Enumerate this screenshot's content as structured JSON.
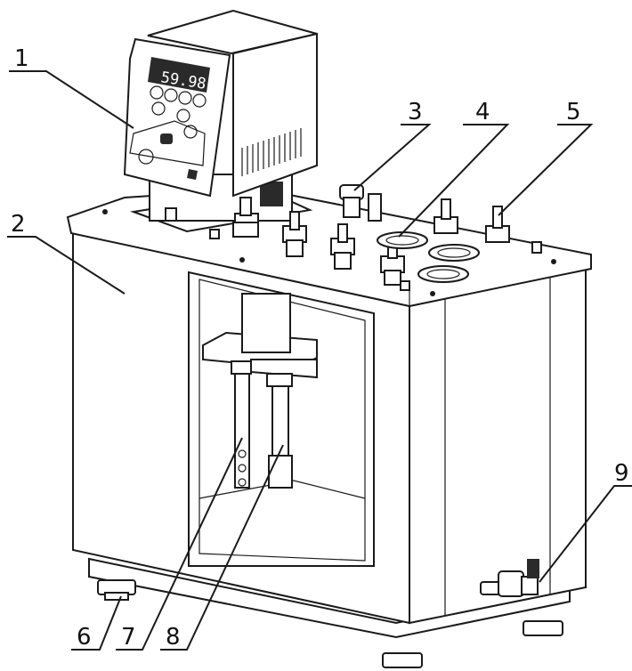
{
  "display": {
    "reading": "59.98"
  },
  "callouts": [
    {
      "id": "1",
      "label": "1"
    },
    {
      "id": "2",
      "label": "2"
    },
    {
      "id": "3",
      "label": "3"
    },
    {
      "id": "4",
      "label": "4"
    },
    {
      "id": "5",
      "label": "5"
    },
    {
      "id": "6",
      "label": "6"
    },
    {
      "id": "7",
      "label": "7"
    },
    {
      "id": "8",
      "label": "8"
    },
    {
      "id": "9",
      "label": "9"
    }
  ],
  "colors": {
    "line": "#1a1a1a",
    "lcd": "#2a2a2a",
    "background": "#ffffff"
  }
}
